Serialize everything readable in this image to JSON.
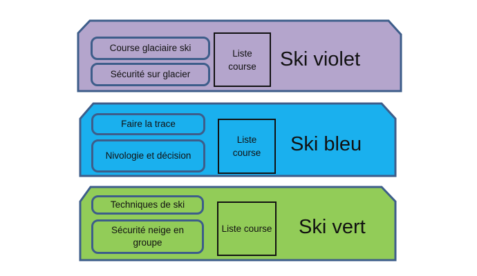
{
  "levels": [
    {
      "title": "Ski violet",
      "color": "#b4a5cc",
      "skills": [
        "Course glaciaire ski",
        "Sécurité sur glacier"
      ],
      "list_label": "Liste course"
    },
    {
      "title": "Ski bleu",
      "color": "#1ab0ee",
      "skills": [
        "Faire la trace",
        "Nivologie et décision"
      ],
      "list_label": "Liste course"
    },
    {
      "title": "Ski vert",
      "color": "#92cc58",
      "skills": [
        "Techniques de ski",
        "Sécurité neige en groupe"
      ],
      "list_label": "Liste course"
    }
  ],
  "border_color": "#3d5d8a"
}
